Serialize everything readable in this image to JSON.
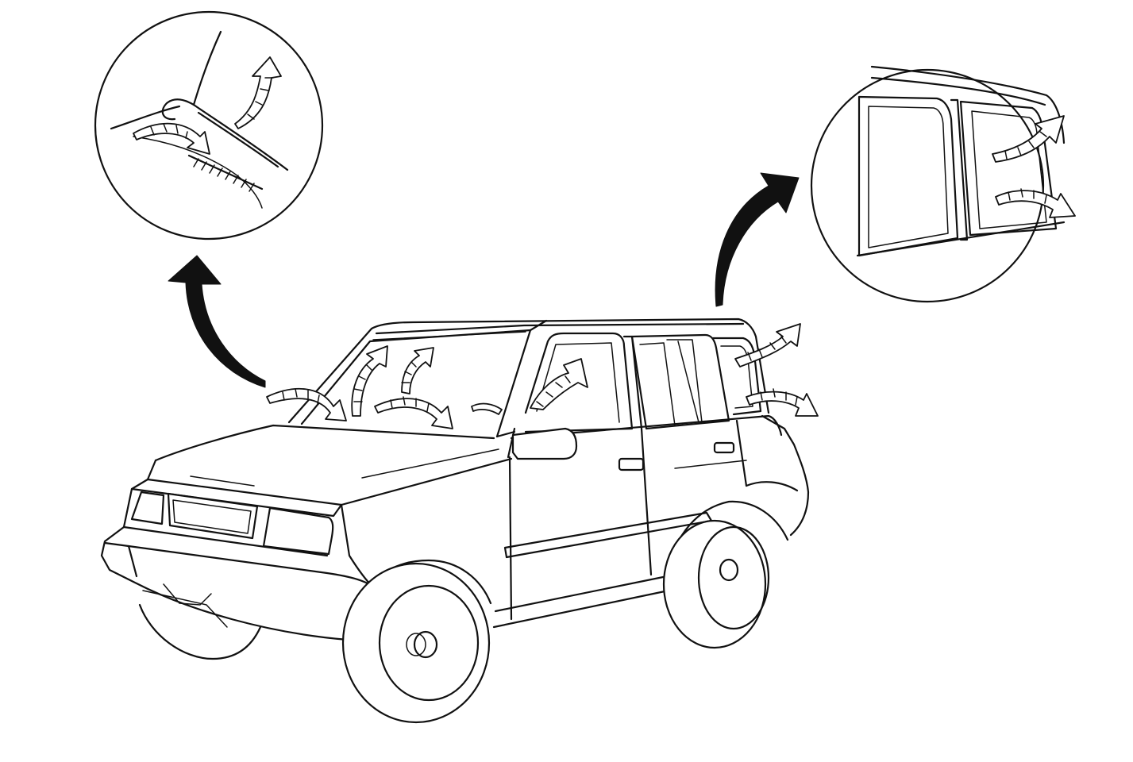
{
  "figure": {
    "subject": "",
    "colors": {
      "line": "#111111",
      "background": "#ffffff"
    }
  },
  "callouts": [
    {
      "id": "windshield-detail",
      "icon": "magnifier-circle"
    },
    {
      "id": "rear-quarter-window-detail",
      "icon": "magnifier-circle"
    }
  ],
  "indicators": {
    "solid_arrows": 2,
    "hatched_flow_arrows": 11
  }
}
